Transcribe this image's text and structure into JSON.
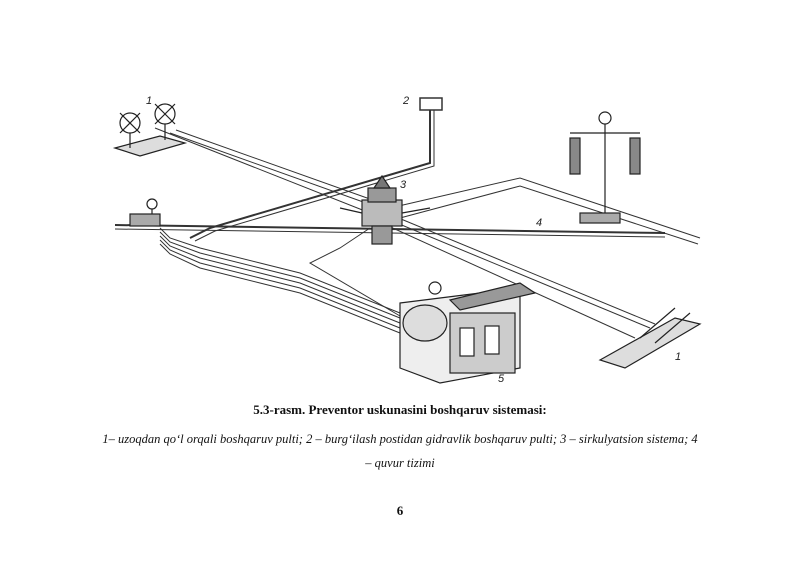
{
  "figure": {
    "labels": {
      "remote_panel_left": "1",
      "driller_panel": "2",
      "circulation_system": "3",
      "pipe_system": "4",
      "control_unit": "5",
      "remote_panel_right": "1"
    }
  },
  "caption": {
    "title": "5.3-rasm. Preventor uskunasini boshqaruv sistemasi:",
    "body": "1– uzoqdan qo‘l orqali  boshqaruv pulti; 2 – burg‘ilash postidan gidravlik boshqaruv pulti; 3 – sirkulyatsion sistema; 4 – quvur tizimi"
  },
  "page_number": "6"
}
